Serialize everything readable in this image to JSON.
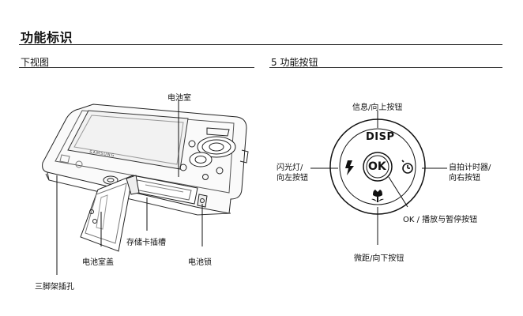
{
  "header": {
    "title": "功能标识"
  },
  "sections": {
    "left_title": "下视图",
    "right_title": "5 功能按钮"
  },
  "left_figure": {
    "camera_brand": "SAMSUNG",
    "labels": {
      "battery_chamber": "电池室",
      "card_slot": "存储卡插槽",
      "battery_cover": "电池室盖",
      "battery_lock": "电池锁",
      "tripod_socket": "三脚架插孔"
    }
  },
  "right_figure": {
    "disp_text": "DISP",
    "ok_text": "OK",
    "labels": {
      "up": "信息/向上按钮",
      "left_line1": "闪光灯/",
      "left_line2": "向左按钮",
      "right_line1": "自拍计时器/",
      "right_line2": "向右按钮",
      "ok": "OK / 播放与暂停按钮",
      "down": "微距/向下按钮"
    },
    "icons": [
      "flash-icon",
      "self-timer-icon",
      "macro-icon"
    ]
  }
}
